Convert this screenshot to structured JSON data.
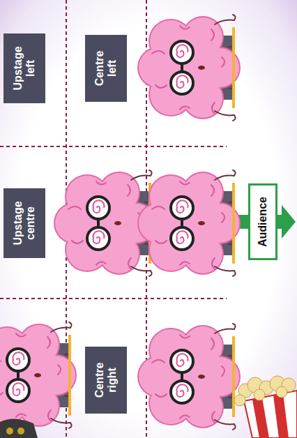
{
  "diagram": {
    "nodes": [
      {
        "text": [
          "Upstage left"
        ]
      },
      {
        "text": [
          "Centre left"
        ]
      },
      {
        "text": [
          "Upstage centre"
        ]
      },
      {
        "text": [
          "Audience"
        ]
      },
      {
        "text": [
          "Centre right"
        ]
      }
    ]
  }
}
